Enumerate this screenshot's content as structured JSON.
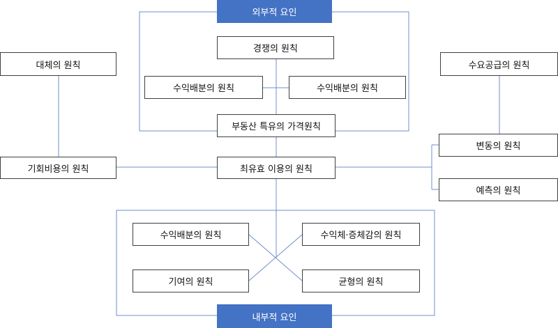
{
  "colors": {
    "line": "#6f8fc9",
    "banner": "#4472c4",
    "box_border": "#3f3f3f"
  },
  "external": {
    "title": "외부적 요인",
    "competition": "경쟁의 원칙",
    "distribution_left": "수익배분의 원칙",
    "distribution_right": "수익배분의 원칙"
  },
  "left": {
    "substitution": "대체의 원칙",
    "opportunity_cost": "기회비용의 원칙"
  },
  "right": {
    "supply_demand": "수요공급의 원칙",
    "change": "변동의 원칙",
    "anticipation": "예측의 원칙"
  },
  "center": {
    "price_principles": "부동산 특유의 가격원칙",
    "highest_best_use": "최유효 이용의 원칙"
  },
  "internal": {
    "title": "내부적 요인",
    "distribution": "수익배분의 원칙",
    "increasing_decreasing": "수익체·증체감의 원칙",
    "contribution": "기여의 원칙",
    "balance": "균형의 원칙"
  }
}
